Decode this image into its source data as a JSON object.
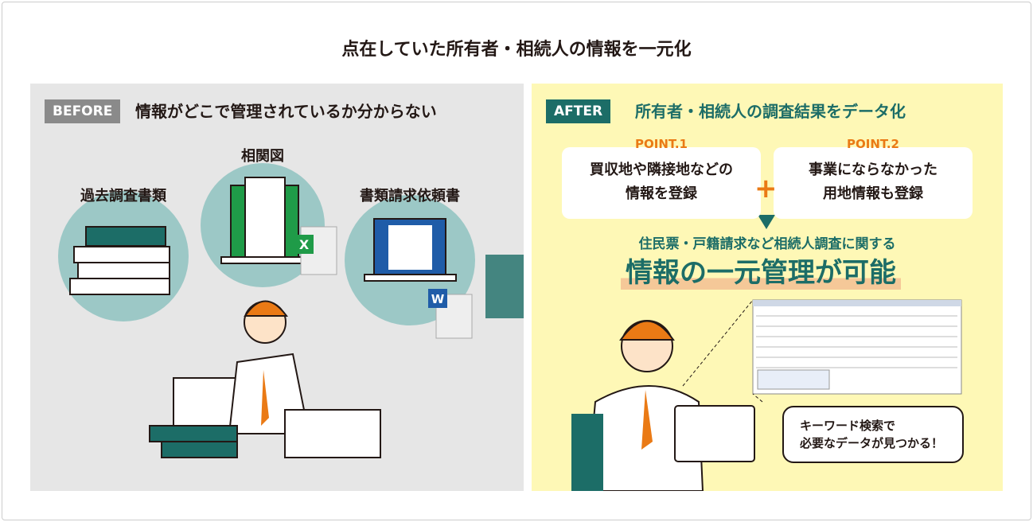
{
  "title": "点在していた所有者・相続人の情報を一元化",
  "before": {
    "tag": "BEFORE",
    "heading": "情報がどこで管理されているか分からない",
    "items": [
      {
        "label": "過去調査書類"
      },
      {
        "label": "相関図",
        "badge": "X"
      },
      {
        "label": "書類請求依頼書",
        "badge": "W"
      }
    ]
  },
  "after": {
    "tag": "AFTER",
    "heading": "所有者・相続人の調査結果をデータ化",
    "points": [
      {
        "label": "POINT.1",
        "line1": "買収地や隣接地などの",
        "line2": "情報を登録"
      },
      {
        "label": "POINT.2",
        "line1": "事業にならなかった",
        "line2": "用地情報も登録"
      }
    ],
    "plus": "+",
    "subtitle": "住民票・戸籍請求など相続人調査に関する",
    "headline": "情報の一元管理が可能",
    "bubble": {
      "line1": "キーワード検索で",
      "line2": "必要なデータが見つかる！"
    }
  },
  "colors": {
    "teal": "#1c6d67",
    "orange": "#ea7a15",
    "circle": "#9cc8c6",
    "excel": "#1f9b48",
    "word": "#1f5ca8"
  }
}
